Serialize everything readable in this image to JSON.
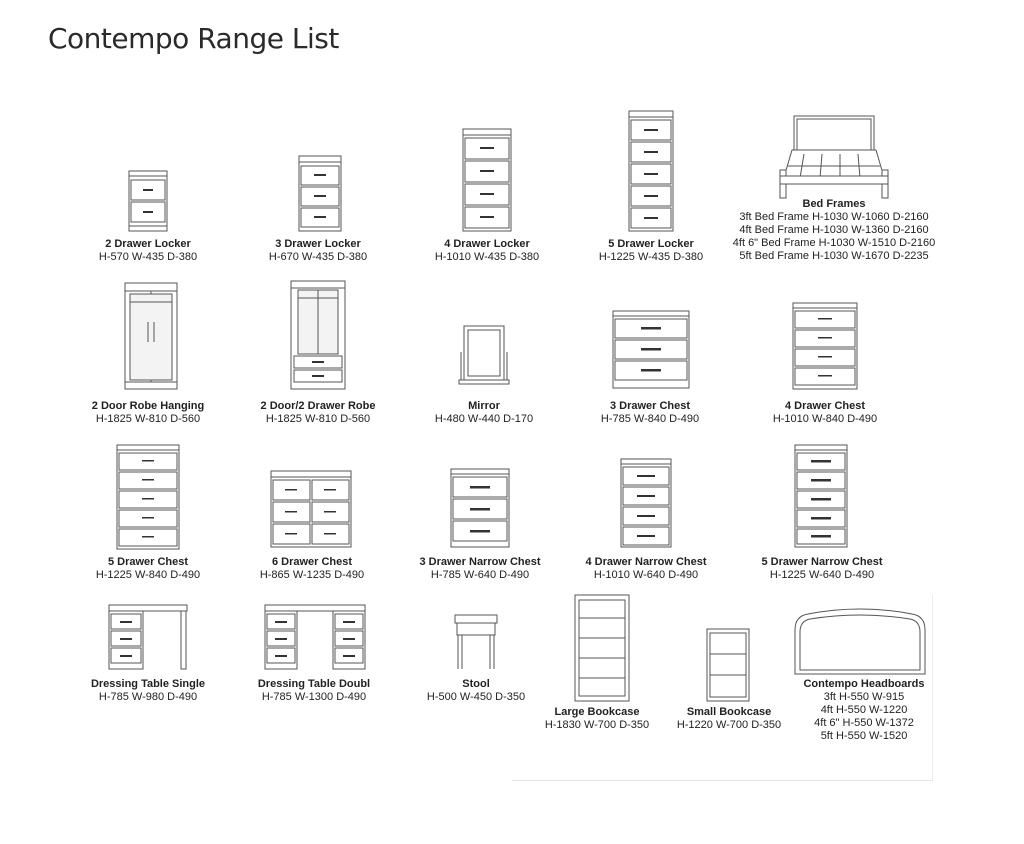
{
  "title": "Contempo Range List",
  "items": [
    {
      "id": "2-drawer-locker",
      "name": "2 Drawer Locker",
      "lines": [
        "H-570 W-435 D-380"
      ]
    },
    {
      "id": "3-drawer-locker",
      "name": "3 Drawer Locker",
      "lines": [
        "H-670 W-435 D-380"
      ]
    },
    {
      "id": "4-drawer-locker",
      "name": "4 Drawer Locker",
      "lines": [
        "H-1010 W-435 D-380"
      ]
    },
    {
      "id": "5-drawer-locker",
      "name": "5 Drawer Locker",
      "lines": [
        "H-1225 W-435 D-380"
      ]
    },
    {
      "id": "bed-frames",
      "name": "Bed Frames",
      "lines": [
        "3ft Bed Frame H-1030 W-1060 D-2160",
        "4ft Bed Frame H-1030 W-1360 D-2160",
        "4ft 6\" Bed Frame H-1030 W-1510 D-2160",
        "5ft Bed Frame H-1030 W-1670 D-2235"
      ]
    },
    {
      "id": "2-door-robe-hanging",
      "name": "2 Door Robe Hanging",
      "lines": [
        "H-1825 W-810 D-560"
      ]
    },
    {
      "id": "2-door-2-drawer-robe",
      "name": "2 Door/2 Drawer Robe",
      "lines": [
        "H-1825 W-810 D-560"
      ]
    },
    {
      "id": "mirror",
      "name": "Mirror",
      "lines": [
        "H-480 W-440 D-170"
      ]
    },
    {
      "id": "3-drawer-chest",
      "name": "3 Drawer Chest",
      "lines": [
        "H-785 W-840 D-490"
      ]
    },
    {
      "id": "4-drawer-chest",
      "name": "4 Drawer Chest",
      "lines": [
        "H-1010 W-840 D-490"
      ]
    },
    {
      "id": "5-drawer-chest",
      "name": "5 Drawer Chest",
      "lines": [
        "H-1225 W-840 D-490"
      ]
    },
    {
      "id": "6-drawer-chest",
      "name": "6 Drawer Chest",
      "lines": [
        "H-865 W-1235 D-490"
      ]
    },
    {
      "id": "3-drawer-narrow-chest",
      "name": "3 Drawer Narrow Chest",
      "lines": [
        "H-785 W-640 D-490"
      ]
    },
    {
      "id": "4-drawer-narrow-chest",
      "name": "4 Drawer Narrow Chest",
      "lines": [
        "H-1010 W-640 D-490"
      ]
    },
    {
      "id": "5-drawer-narrow-chest",
      "name": "5 Drawer Narrow Chest",
      "lines": [
        "H-1225 W-640 D-490"
      ]
    },
    {
      "id": "dressing-table-single",
      "name": "Dressing Table Single",
      "lines": [
        "H-785 W-980 D-490"
      ]
    },
    {
      "id": "dressing-table-double",
      "name": "Dressing Table Doubl",
      "lines": [
        "H-785 W-1300 D-490"
      ]
    },
    {
      "id": "stool",
      "name": "Stool",
      "lines": [
        "H-500 W-450 D-350"
      ]
    },
    {
      "id": "large-bookcase",
      "name": "Large Bookcase",
      "lines": [
        "H-1830 W-700 D-350"
      ]
    },
    {
      "id": "small-bookcase",
      "name": "Small Bookcase",
      "lines": [
        "H-1220 W-700 D-350"
      ]
    },
    {
      "id": "contempo-headboards",
      "name": "Contempo Headboards",
      "lines": [
        "3ft H-550 W-915",
        "4ft H-550 W-1220",
        "4ft 6\" H-550 W-1372",
        "5ft H-550 W-1520"
      ]
    }
  ]
}
